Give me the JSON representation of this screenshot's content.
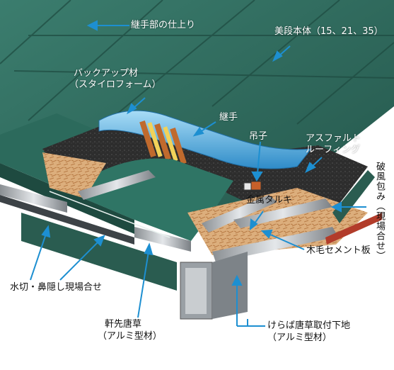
{
  "labels": {
    "joint_finish": "継手部の仕上り",
    "main_body": "美段本体（15、21、35）",
    "backup_material_line1": "バックアップ材",
    "backup_material_line2": "（スタイロフォーム）",
    "joint": "継手",
    "hanger": "吊子",
    "asphalt_roofing_line1": "アスファルト",
    "asphalt_roofing_line2": "ルーフィング",
    "wind_wrap": "破風包み（現場合せ）",
    "metal_furring": "金属タルキ",
    "wood_cement_board": "木毛セメント板",
    "water_cut": "水切・鼻隠し現場合せ",
    "eave_karakusa_line1": "軒先唐草",
    "eave_karakusa_line2": "（アルミ型材）",
    "kerabakarakusa_line1": "けらば唐草取付下地",
    "kerabakarakusa_line2": "（アルミ型材）"
  },
  "colors": {
    "roof_green": "#2f6b5e",
    "roof_dark": "#1f4a40",
    "insulation_blue": "#4aa3d6",
    "asphalt": "#2a2a2a",
    "wood_cement": "#d9a574",
    "arrow": "#1d8fd1"
  }
}
